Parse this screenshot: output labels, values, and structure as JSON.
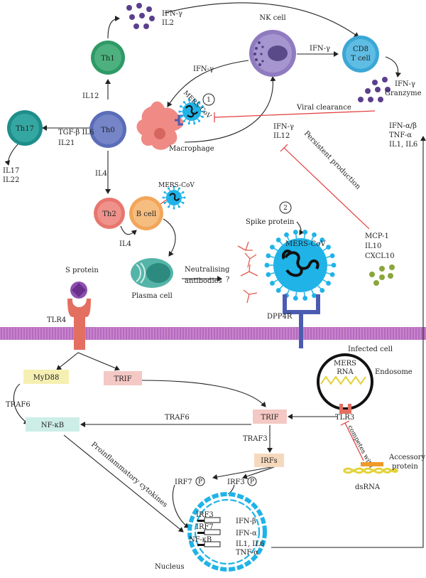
{
  "colors": {
    "th1": "#2e9a66",
    "th0": "#5b6db8",
    "th17": "#1e8e8a",
    "th2": "#e8766e",
    "bcell": "#f2a65a",
    "nk": "#8f7bc0",
    "cd8": "#3aa7d6",
    "virus": "#1fb3e8",
    "macrophage": "#f08a84",
    "granzyme": "#5b3f8c",
    "membrane": "#a44fb0",
    "inhibit": "#e23a3a",
    "myd88_box": "#f5f0b2",
    "trif_box": "#f4c8c4",
    "nfkb_box": "#cdeee6",
    "irfs_box": "#f6d9bd",
    "dot_green": "#8aa63d",
    "plasma": "#55b4a8",
    "tlr4": "#e36f61",
    "dpp4r": "#4b5cb0",
    "accessory": "#f09a2a",
    "dsrna": "#e3d23a"
  },
  "labels": {
    "ifn_gamma_il2_a": "IFN-γ",
    "ifn_gamma_il2_b": "IL2",
    "th1": "Th1",
    "th0": "Th0",
    "th17": "Th17",
    "th2": "Th2",
    "bcell": "B cell",
    "il12": "IL12",
    "tgf_il6": "TGF-β IL6",
    "il21": "IL21",
    "il17": "IL17",
    "il22": "IL22",
    "il4_a": "IL4",
    "il4_b": "IL4",
    "nk_cell": "NK cell",
    "ifn_gamma_nk": "IFN-γ",
    "ifn_gamma_mac": "IFN-γ",
    "cd8_a": "CD8",
    "cd8_b": "T cell",
    "ifn_granz_a": "IFN-γ",
    "ifn_granz_b": "Granzyme",
    "viral_clearance": "Viral clearance",
    "marker1": "1",
    "marker2": "2",
    "mers_cov_mac": "MERS-CoV",
    "macrophage": "Macrophage",
    "ifn_il12_a": "IFN-γ",
    "ifn_il12_b": "IL12",
    "persistent_production": "Persistent production",
    "ifn_ab": "IFN-α/β",
    "tnf_a": "TNF-α",
    "il1_il6": "IL1, IL6",
    "mers_cov_b": "MERS-CoV",
    "spike_protein": "Spike protein",
    "mers_cov_main": "MERS-CoV",
    "mcp1": "MCP-1",
    "il10": "IL10",
    "cxcl10": "CXCL10",
    "plasma_cell": "Plasma cell",
    "neutralising_a": "Neutralising",
    "neutralising_b": "antibodies",
    "question": "?",
    "s_protein": "S protein",
    "tlr4": "TLR4",
    "dpp4r": "DPP4R",
    "infected_cell": "Infected cell",
    "endosome": "Endosome",
    "mers_rna_a": "MERS",
    "mers_rna_b": "RNA",
    "myd88": "MyD88",
    "trif_top": "TRIF",
    "traf6_left": "TRAF6",
    "traf6_mid": "TRAF6",
    "nfkb": "NF-κB",
    "trif_mid": "TRIF",
    "tlr3": "TLR3",
    "competes_with": "competes with",
    "traf3": "TRAF3",
    "irfs": "IRFs",
    "accessory_a": "Accessory",
    "accessory_b": "protein",
    "dsrna": "dsRNA",
    "proinflammatory": "Proinflammatory cytokines",
    "irf7p": "IRF7",
    "irf3p": "IRF3",
    "p": "P",
    "nuc_irf3": "IRF3",
    "nuc_ifnb": "IFN-β",
    "nuc_irf7": "IRF7",
    "nuc_ifna": "IFN-α",
    "nuc_nfkb": "NF-κB",
    "nuc_il1il6": "IL1, IL6",
    "nuc_tnfa": "TNF-α",
    "nucleus": "Nucleus"
  }
}
